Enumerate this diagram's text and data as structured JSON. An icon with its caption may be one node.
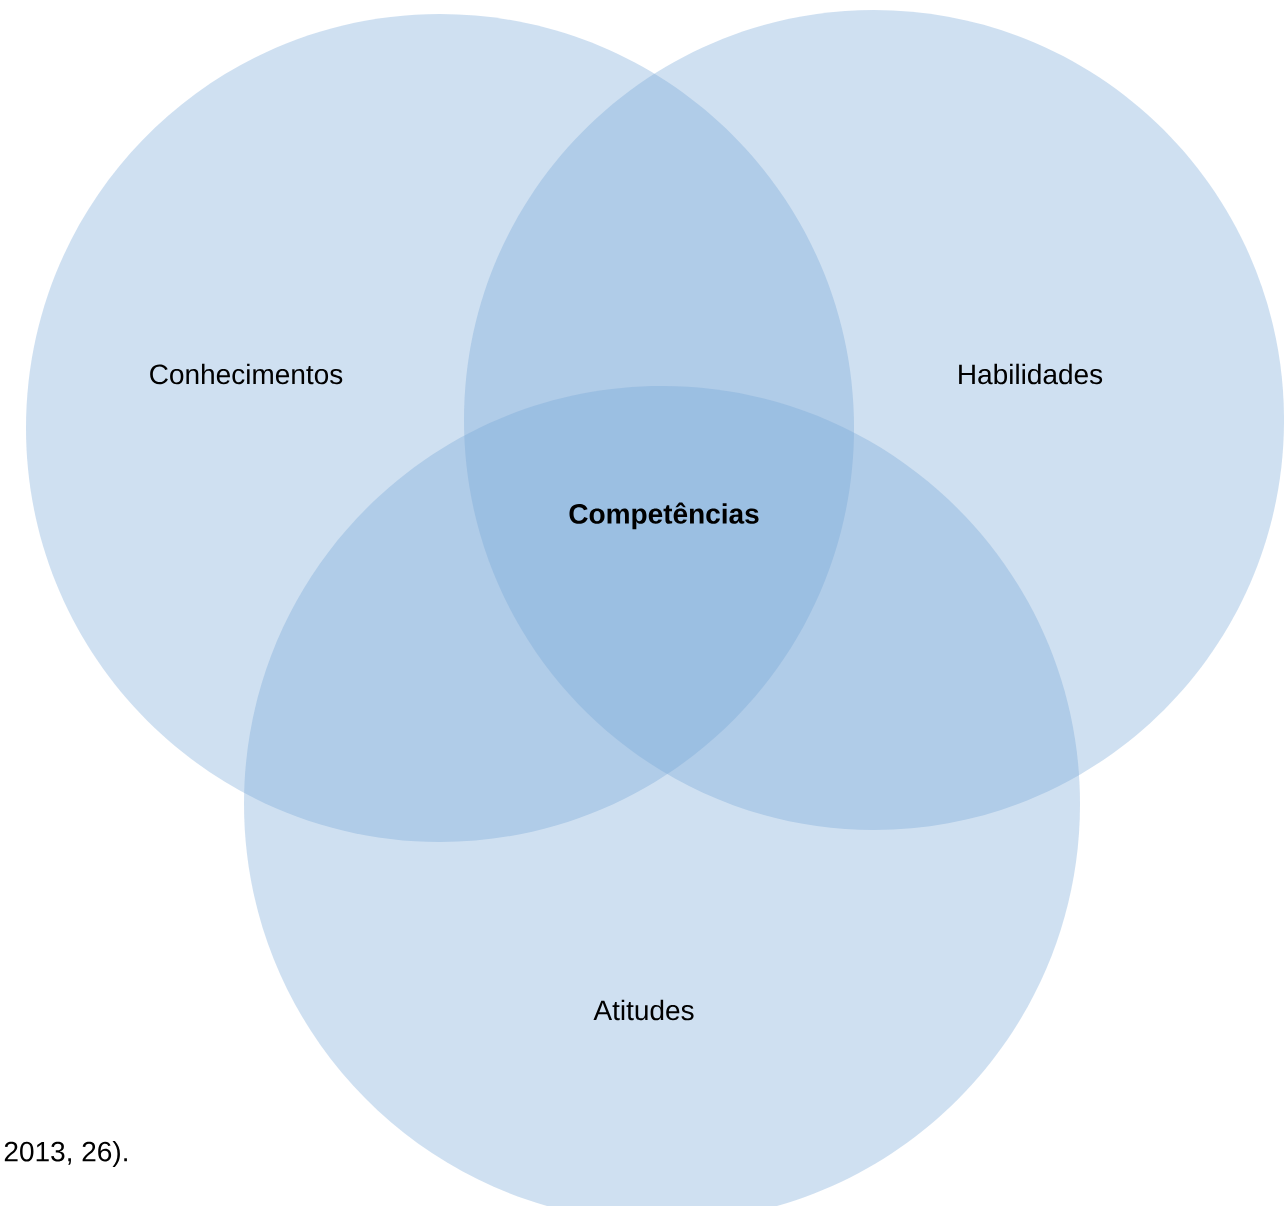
{
  "diagram": {
    "nodes": [
      {
        "text": [
          "Conhecimentos"
        ]
      },
      {
        "text": [
          "Habilidades"
        ]
      },
      {
        "text": [
          "Atitudes"
        ]
      }
    ],
    "labels": [
      "Competências",
      "2013, 26)."
    ]
  }
}
